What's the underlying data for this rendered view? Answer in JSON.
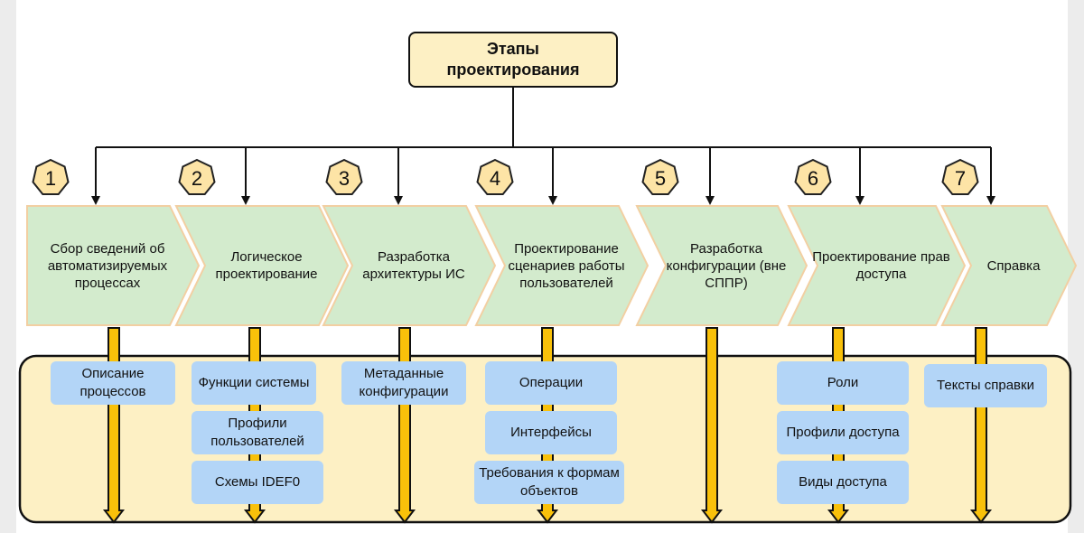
{
  "colors": {
    "root_fill": "#fdf0c4",
    "stage_fill": "#d3ebcd",
    "stage_stroke": "#f2cfa2",
    "badge_fill": "#fde4a6",
    "panel_fill": "#fdf0c4",
    "item_fill": "#b3d5f7",
    "arrow_fill": "#f9c10a",
    "line": "#111111"
  },
  "root": {
    "title": "Этапы проектирования"
  },
  "stages": [
    {
      "number": "1",
      "label": "Сбор сведений об автоматизируемых процессах",
      "items": [
        "Описание процессов"
      ]
    },
    {
      "number": "2",
      "label": "Логическое проектирование",
      "items": [
        "Функции системы",
        "Профили пользователей",
        "Схемы IDEF0"
      ]
    },
    {
      "number": "3",
      "label": "Разработка архитектуры ИС",
      "items": [
        "Метаданные конфигурации"
      ]
    },
    {
      "number": "4",
      "label": "Проектирование сценариев работы пользователей",
      "items": [
        "Операции",
        "Интерфейсы",
        "Требования к формам объектов"
      ]
    },
    {
      "number": "5",
      "label": "Разработка конфигурации (вне СППР)",
      "items": []
    },
    {
      "number": "6",
      "label": "Проектирование прав доступа",
      "items": [
        "Роли",
        "Профили доступа",
        "Виды доступа"
      ]
    },
    {
      "number": "7",
      "label": "Справка",
      "items": [
        "Тексты справки"
      ]
    }
  ]
}
